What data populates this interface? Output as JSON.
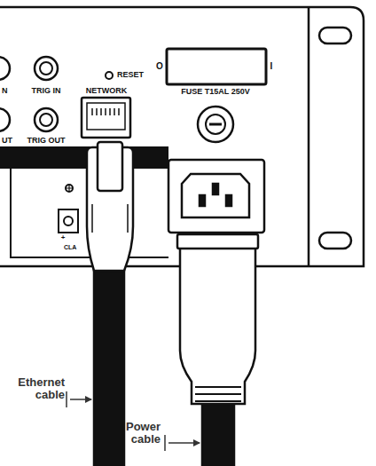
{
  "diagram": {
    "labels": [
      "N",
      "TRIG IN",
      "RESET",
      "NETWORK",
      "O",
      "I",
      "FUSE T15AL 250V",
      "UT",
      "TRIG OUT",
      "+",
      "CLA",
      "Ethernet cable",
      "Power cable"
    ]
  }
}
